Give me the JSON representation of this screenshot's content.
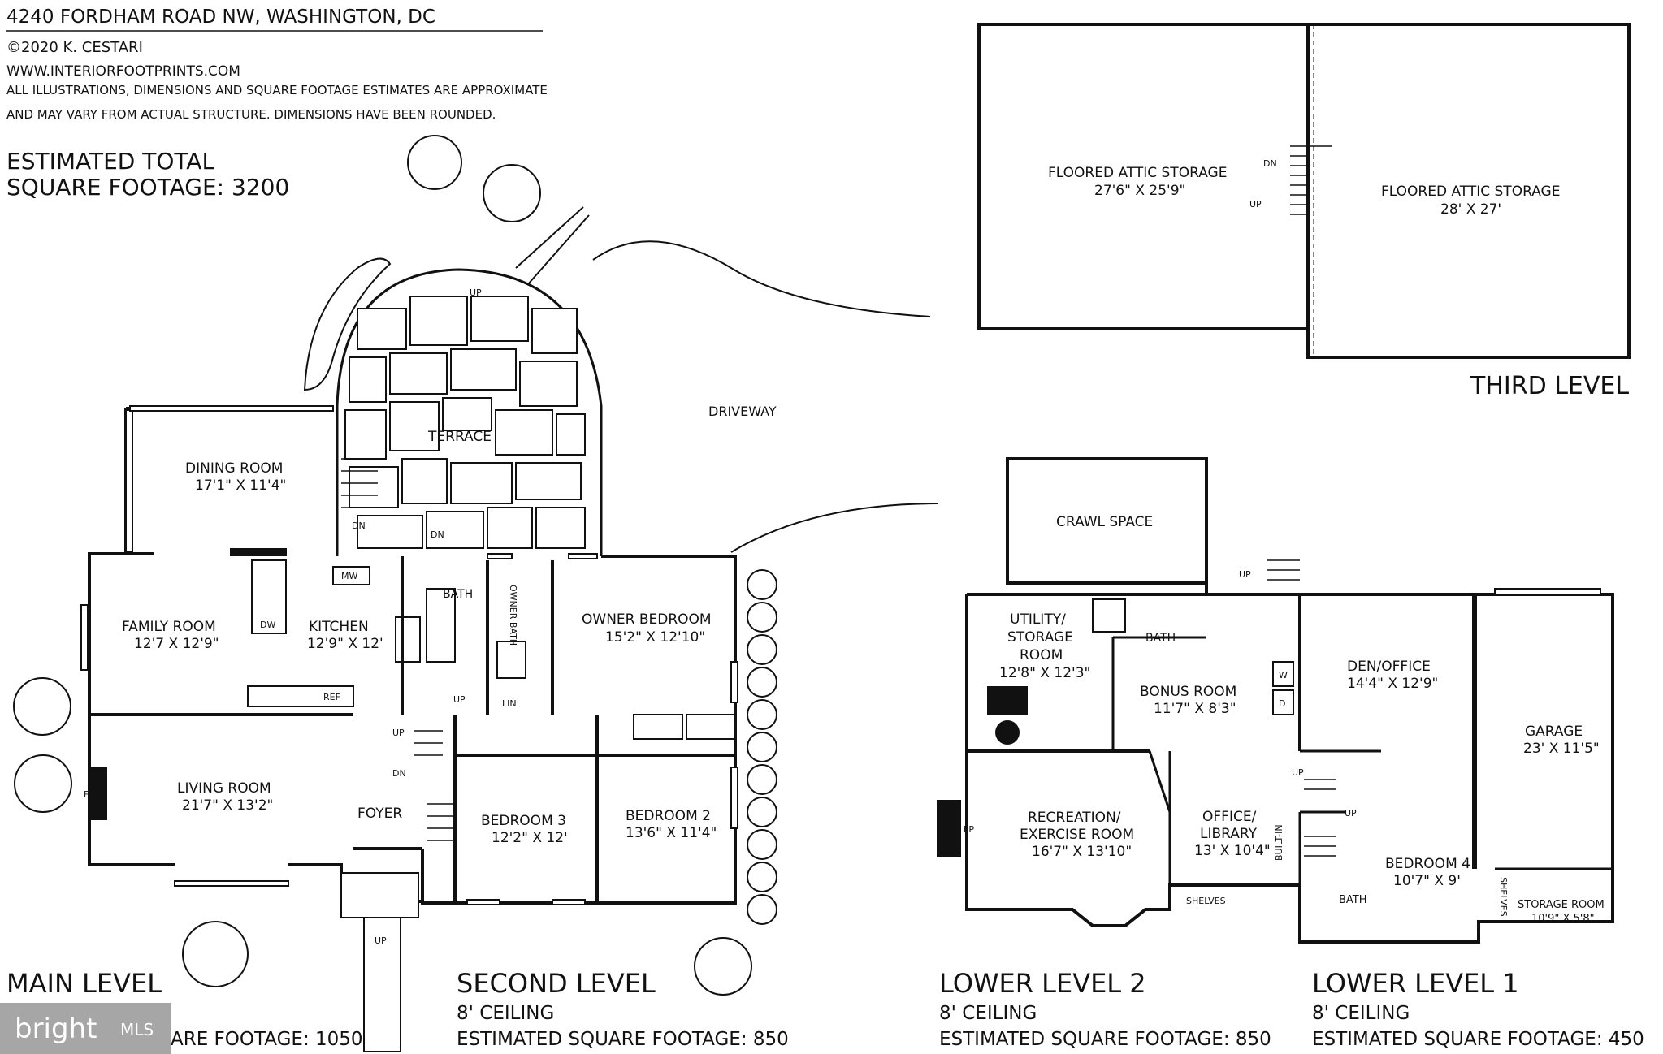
{
  "header": {
    "address": "4240 FORDHAM ROAD NW, WASHINGTON, DC",
    "copyright": "©2020 K. CESTARI",
    "website": "WWW.INTERIORFOOTPRINTS.COM",
    "disclaimer_1": "ALL ILLUSTRATIONS, DIMENSIONS AND SQUARE FOOTAGE ESTIMATES ARE APPROXIMATE",
    "disclaimer_2": "AND MAY VARY FROM ACTUAL STRUCTURE. DIMENSIONS HAVE BEEN ROUNDED.",
    "total_1": "ESTIMATED TOTAL",
    "total_2": "SQUARE FOOTAGE: 3200"
  },
  "levels": {
    "main": {
      "title": "MAIN LEVEL",
      "sqft": "ARE FOOTAGE: 1050"
    },
    "second": {
      "title": "SECOND LEVEL",
      "ceiling": "8' CEILING",
      "sqft": "ESTIMATED SQUARE FOOTAGE: 850"
    },
    "third": {
      "title": "THIRD LEVEL"
    },
    "lower2": {
      "title": "LOWER LEVEL 2",
      "ceiling": "8' CEILING",
      "sqft": "ESTIMATED SQUARE FOOTAGE: 850"
    },
    "lower1": {
      "title": "LOWER LEVEL 1",
      "ceiling": "8' CEILING",
      "sqft": "ESTIMATED SQUARE FOOTAGE: 450"
    }
  },
  "rooms": {
    "dining": {
      "name": "DINING ROOM",
      "dim": "17'1\" X 11'4\""
    },
    "family": {
      "name": "FAMILY ROOM",
      "dim": "12'7 X 12'9\""
    },
    "kitchen": {
      "name": "KITCHEN",
      "dim": "12'9\" X 12'"
    },
    "living": {
      "name": "LIVING ROOM",
      "dim": "21'7\" X 13'2\""
    },
    "foyer": {
      "name": "FOYER"
    },
    "terrace": {
      "name": "TERRACE"
    },
    "driveway": {
      "name": "DRIVEWAY"
    },
    "bath": {
      "name": "BATH"
    },
    "owner_bath": {
      "name": "OWNER BATH"
    },
    "lin": {
      "name": "LIN"
    },
    "owner_bedroom": {
      "name": "OWNER BEDROOM",
      "dim": "15'2\" X 12'10\""
    },
    "bedroom3": {
      "name": "BEDROOM 3",
      "dim": "12'2\" X 12'"
    },
    "bedroom2": {
      "name": "BEDROOM 2",
      "dim": "13'6\" X 11'4\""
    },
    "attic1": {
      "name": "FLOORED ATTIC STORAGE",
      "dim": "27'6\" X 25'9\""
    },
    "attic2": {
      "name": "FLOORED ATTIC STORAGE",
      "dim": "28' X 27'"
    },
    "crawl": {
      "name": "CRAWL SPACE"
    },
    "utility_1": "UTILITY/",
    "utility_2": "STORAGE",
    "utility_3": "ROOM",
    "utility_dim": "12'8\" X 12'3\"",
    "lower_bath": {
      "name": "BATH"
    },
    "bonus": {
      "name": "BONUS ROOM",
      "dim": "11'7\" X 8'3\""
    },
    "rec_1": "RECREATION/",
    "rec_2": "EXERCISE ROOM",
    "rec_dim": "16'7\" X 13'10\"",
    "office_1": "OFFICE/",
    "office_2": "LIBRARY",
    "office_dim": "13' X 10'4\"",
    "den": {
      "name": "DEN/OFFICE",
      "dim": "14'4\" X 12'9\""
    },
    "garage": {
      "name": "GARAGE",
      "dim": "23' X 11'5\""
    },
    "bedroom4": {
      "name": "BEDROOM 4",
      "dim": "10'7\" X 9'"
    },
    "bath_l1": {
      "name": "BATH"
    },
    "storage": {
      "name": "STORAGE ROOM",
      "dim": "10'9\" X 5'8\""
    }
  },
  "fixtures": {
    "mw": "MW",
    "dw": "DW",
    "ref": "REF",
    "fp": "FP",
    "w": "W",
    "d": "D",
    "shelves": "SHELVES",
    "built_in": "BUILT-IN",
    "up": "UP",
    "dn": "DN"
  },
  "watermark": {
    "brand": "bright",
    "suffix": "MLS"
  }
}
